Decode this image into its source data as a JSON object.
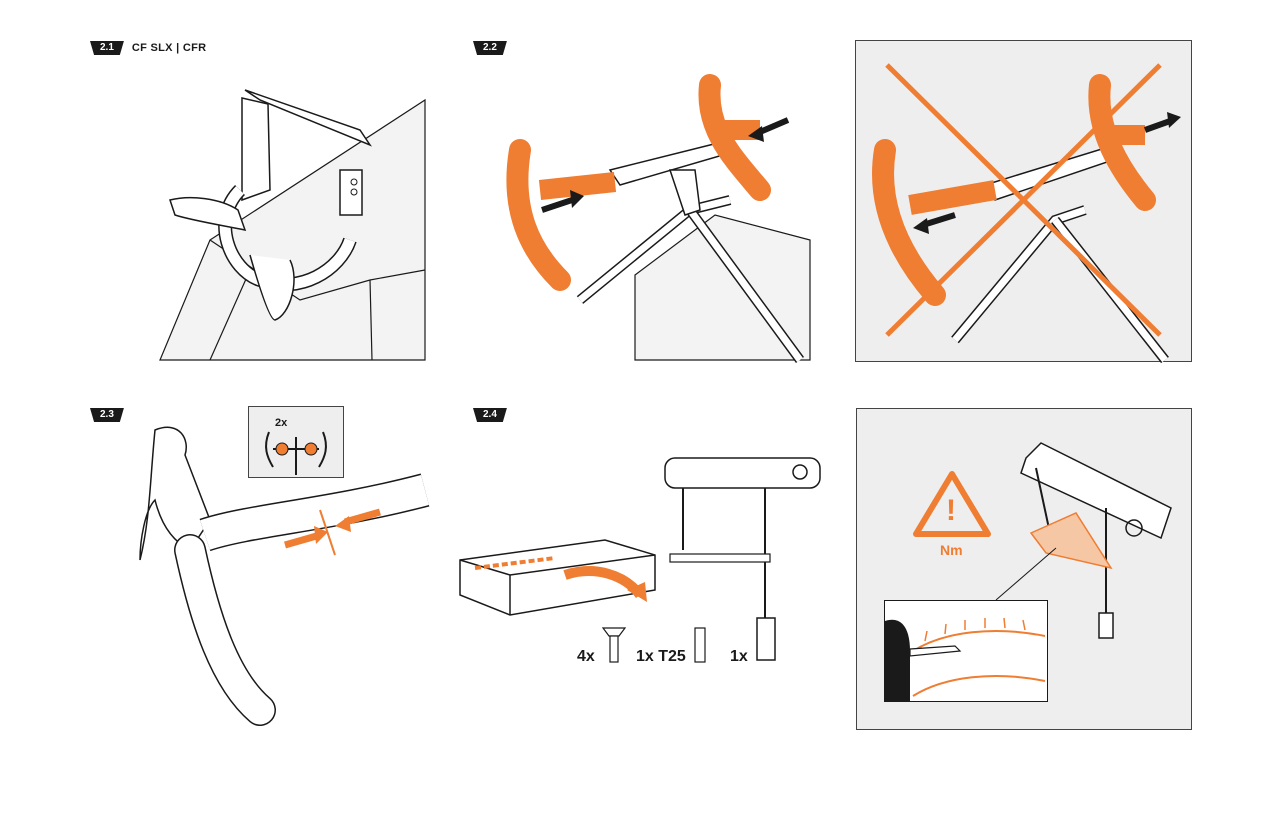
{
  "colors": {
    "accent": "#ef7d32",
    "ink": "#1a1a1a",
    "panel_bg": "#eeeeee"
  },
  "steps": {
    "s21": {
      "tag": "2.1",
      "title": "CF SLX | CFR"
    },
    "s22": {
      "tag": "2.2"
    },
    "s23": {
      "tag": "2.3",
      "inset_count": "2x"
    },
    "s24": {
      "tag": "2.4"
    }
  },
  "parts": {
    "screws": "4x",
    "bit": "1x T25",
    "wrench": "1x"
  },
  "warning": {
    "unit": "Nm",
    "mark": "!"
  }
}
